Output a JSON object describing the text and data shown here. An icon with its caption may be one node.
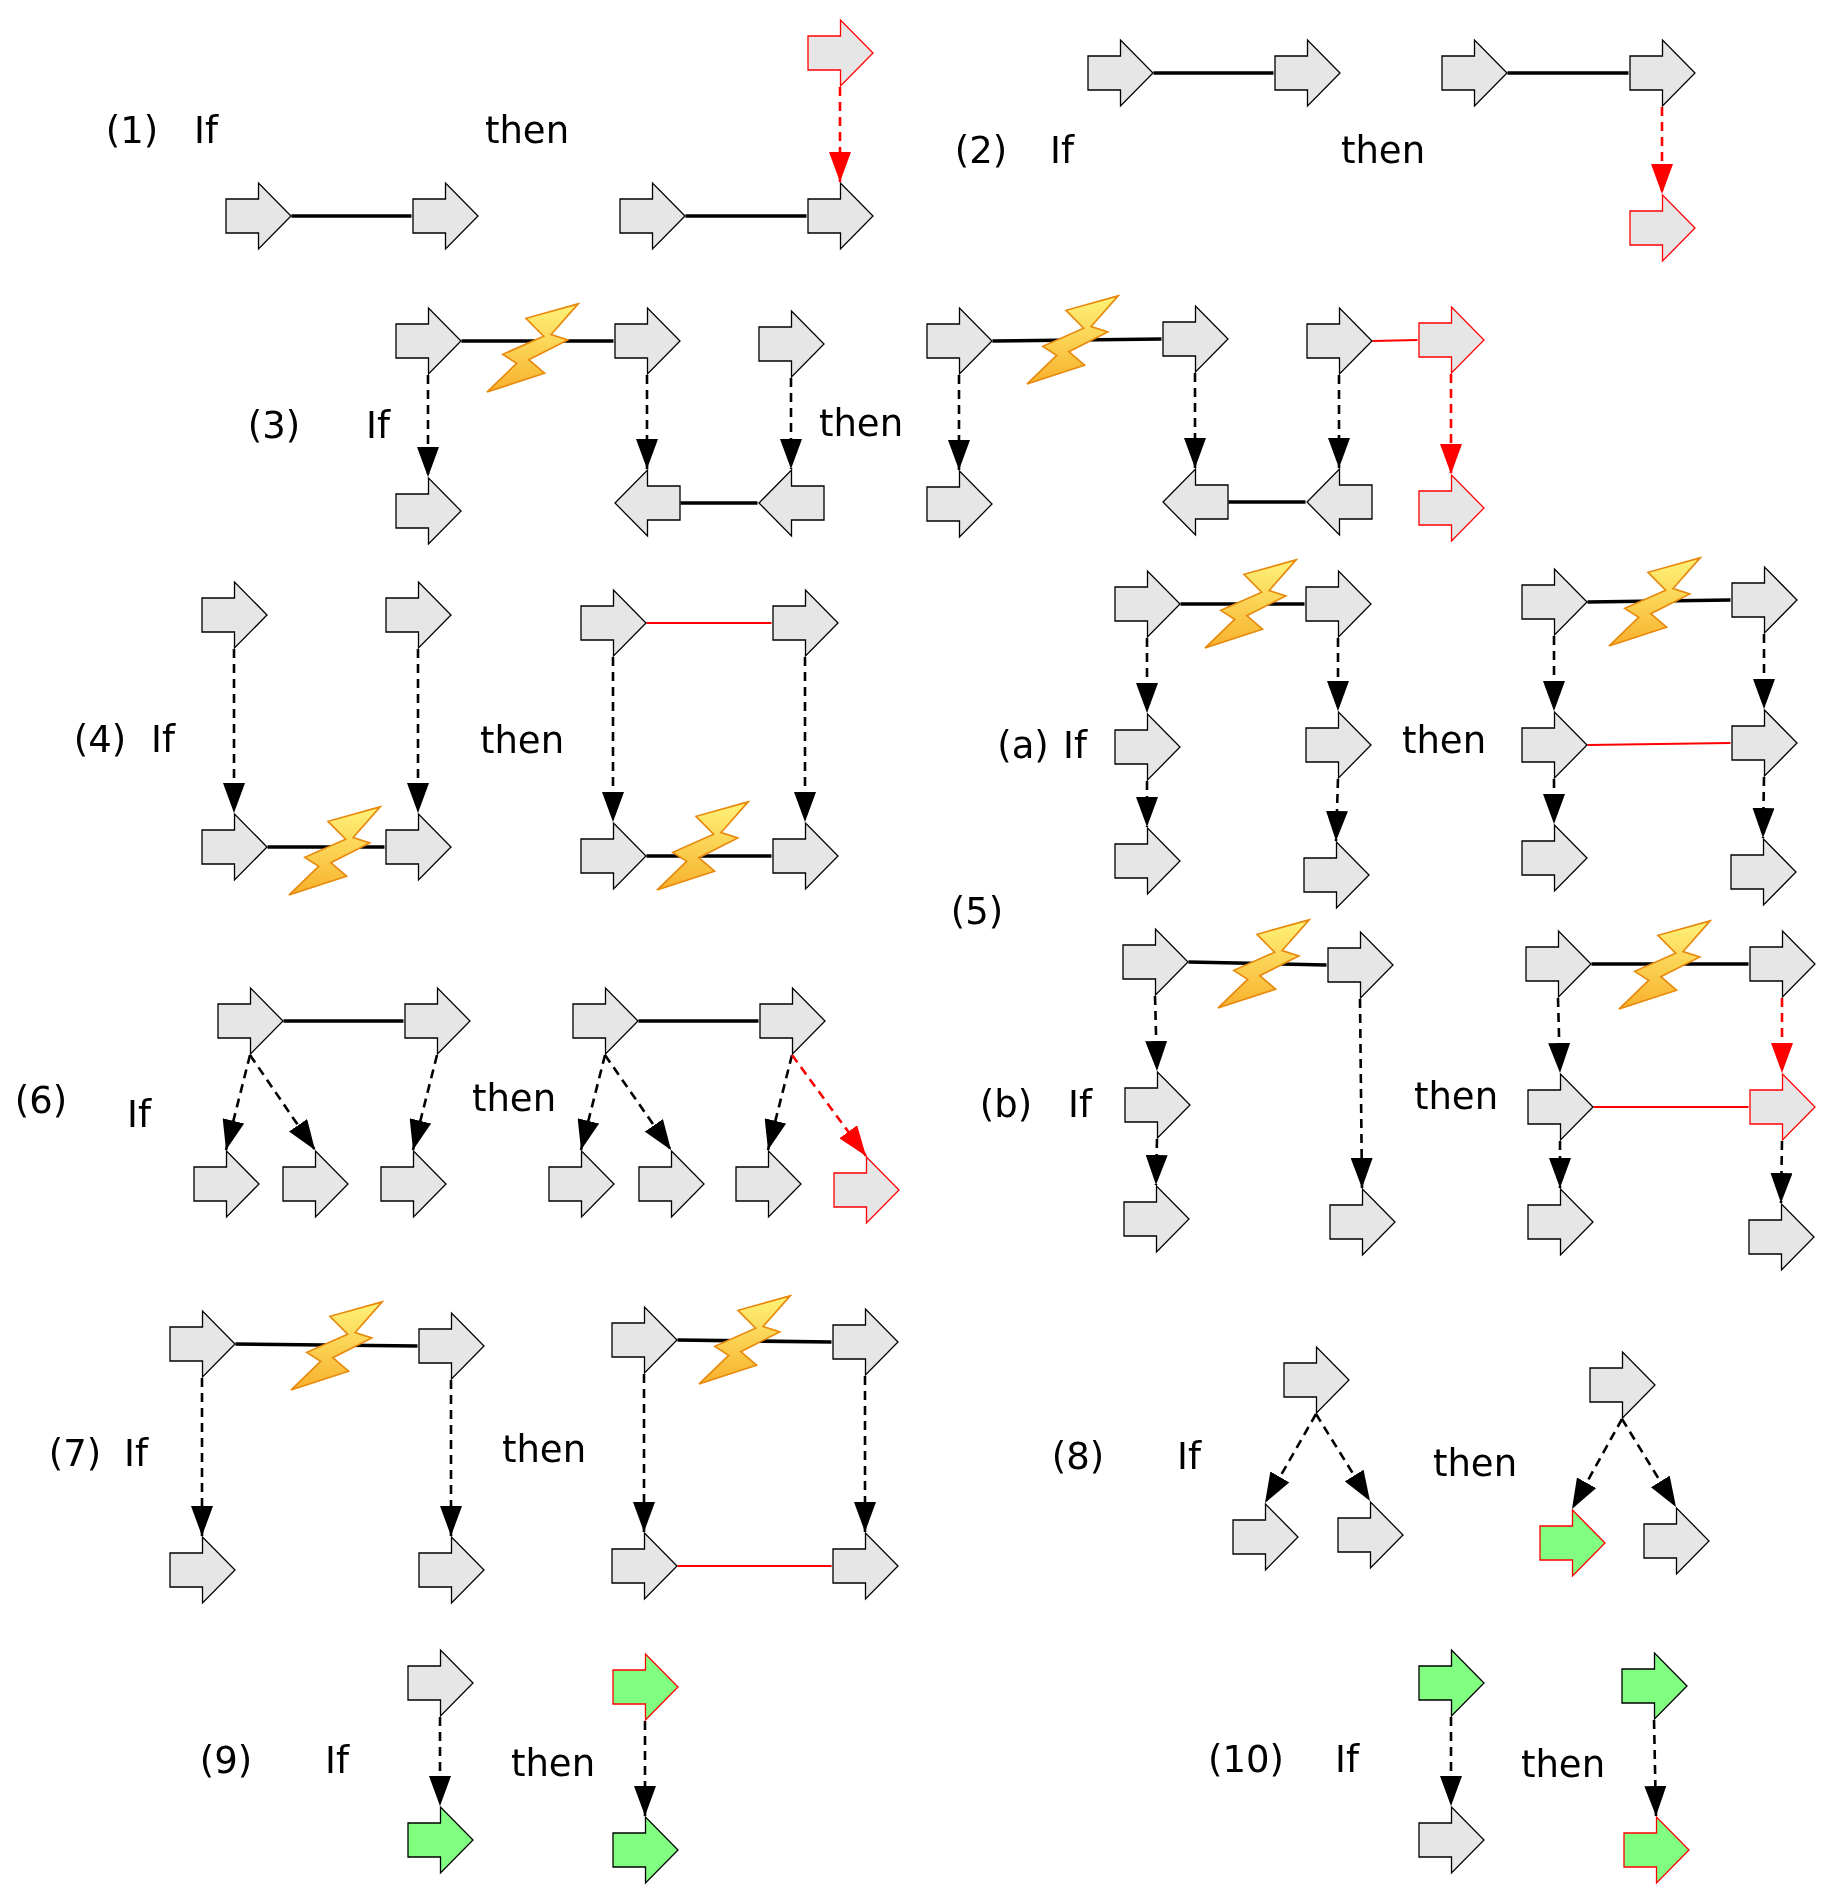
{
  "diagram": {
    "nodes": [
      {
        "text": [],
        "shape": "arrow"
      },
      {
        "text": [],
        "shape": "arrow"
      },
      {
        "text": [],
        "shape": "arrow"
      },
      {
        "text": [],
        "shape": "arrow"
      },
      {
        "text": [],
        "shape": "arrow"
      },
      {
        "text": [],
        "shape": "arrow"
      },
      {
        "text": [],
        "shape": "arrow"
      },
      {
        "text": [],
        "shape": "arrow"
      },
      {
        "text": [],
        "shape": "arrow"
      },
      {
        "text": [],
        "shape": "arrow"
      },
      {
        "text": [],
        "shape": "arrow"
      },
      {
        "text": [],
        "shape": "arrow"
      },
      {
        "text": [],
        "shape": "arrow"
      },
      {
        "text": [],
        "shape": "arrow"
      },
      {
        "text": [],
        "shape": "arrow"
      },
      {
        "text": [],
        "shape": "arrow"
      },
      {
        "text": [],
        "shape": "arrow"
      },
      {
        "text": [],
        "shape": "arrow"
      },
      {
        "text": [],
        "shape": "arrow"
      },
      {
        "text": [],
        "shape": "arrow"
      },
      {
        "text": [],
        "shape": "arrow"
      },
      {
        "text": [],
        "shape": "arrow"
      },
      {
        "text": [],
        "shape": "arrow"
      },
      {
        "text": [],
        "shape": "arrow"
      },
      {
        "text": [],
        "shape": "arrow"
      },
      {
        "text": [],
        "shape": "arrow"
      },
      {
        "text": [],
        "shape": "arrow"
      },
      {
        "text": [],
        "shape": "arrow"
      },
      {
        "text": [],
        "shape": "arrow"
      },
      {
        "text": [],
        "shape": "arrow"
      },
      {
        "text": [],
        "shape": "arrow"
      },
      {
        "text": [],
        "shape": "arrow"
      },
      {
        "text": [],
        "shape": "arrow"
      },
      {
        "text": [],
        "shape": "arrow"
      },
      {
        "text": [],
        "shape": "arrow"
      },
      {
        "text": [],
        "shape": "arrow"
      },
      {
        "text": [],
        "shape": "arrow"
      },
      {
        "text": [],
        "shape": "arrow"
      },
      {
        "text": [],
        "shape": "arrow"
      },
      {
        "text": [],
        "shape": "arrow"
      },
      {
        "text": [],
        "shape": "arrow"
      },
      {
        "text": [],
        "shape": "arrow"
      },
      {
        "text": [],
        "shape": "arrow"
      },
      {
        "text": [],
        "shape": "arrow"
      },
      {
        "text": [],
        "shape": "arrow"
      },
      {
        "text": [],
        "shape": "arrow"
      },
      {
        "text": [],
        "shape": "arrow"
      },
      {
        "text": [],
        "shape": "arrow"
      },
      {
        "text": [],
        "shape": "arrow"
      },
      {
        "text": [],
        "shape": "arrow"
      },
      {
        "text": [],
        "shape": "arrow"
      },
      {
        "text": [],
        "shape": "arrow"
      },
      {
        "text": [],
        "shape": "arrow"
      },
      {
        "text": [],
        "shape": "arrow"
      },
      {
        "text": [],
        "shape": "arrow"
      },
      {
        "text": [],
        "shape": "arrow"
      },
      {
        "text": [],
        "shape": "arrow"
      },
      {
        "text": [],
        "shape": "arrow"
      },
      {
        "text": [],
        "shape": "arrow"
      },
      {
        "text": [],
        "shape": "arrow"
      },
      {
        "text": [],
        "shape": "arrow"
      },
      {
        "text": [],
        "shape": "arrow"
      },
      {
        "text": [],
        "shape": "arrow"
      },
      {
        "text": [],
        "shape": "arrow"
      },
      {
        "text": [],
        "shape": "arrow"
      },
      {
        "text": [],
        "shape": "arrow"
      },
      {
        "text": [],
        "shape": "arrow"
      },
      {
        "text": [],
        "shape": "arrow"
      },
      {
        "text": [],
        "shape": "arrow"
      },
      {
        "text": [],
        "shape": "arrow"
      },
      {
        "text": [],
        "shape": "arrow"
      },
      {
        "text": [],
        "shape": "arrow"
      },
      {
        "text": [],
        "shape": "arrow"
      },
      {
        "text": [],
        "shape": "arrow"
      },
      {
        "text": [],
        "shape": "arrow"
      },
      {
        "text": [],
        "shape": "arrow"
      },
      {
        "text": [],
        "shape": "arrow"
      },
      {
        "text": [],
        "shape": "arrow"
      },
      {
        "text": [],
        "shape": "arrow"
      },
      {
        "text": [],
        "shape": "arrow"
      },
      {
        "text": [],
        "shape": "arrow"
      },
      {
        "text": [],
        "shape": "arrow"
      },
      {
        "text": [],
        "shape": "arrow"
      },
      {
        "text": [],
        "shape": "arrow"
      },
      {
        "text": [],
        "shape": "arrow"
      },
      {
        "text": [],
        "shape": "arrow"
      },
      {
        "text": [],
        "shape": "arrow"
      },
      {
        "text": [],
        "shape": "arrow"
      }
    ],
    "edges": [
      {
        "from": 0,
        "to": 1,
        "arrow": "none"
      },
      {
        "from": 3,
        "to": 4,
        "arrow": "none"
      },
      {
        "from": 2,
        "to": 4,
        "arrow": "to",
        "style": "dashed",
        "color": "#ff0000"
      },
      {
        "from": 5,
        "to": 6,
        "arrow": "none"
      },
      {
        "from": 7,
        "to": 8,
        "arrow": "none"
      },
      {
        "from": 8,
        "to": 9,
        "arrow": "to",
        "style": "dashed",
        "color": "#ff0000"
      },
      {
        "from": 10,
        "to": 11,
        "arrow": "none"
      },
      {
        "from": 10,
        "to": 13,
        "arrow": "to",
        "style": "dashed"
      },
      {
        "from": 11,
        "to": 14,
        "arrow": "to",
        "style": "dashed"
      },
      {
        "from": 12,
        "to": 15,
        "arrow": "to",
        "style": "dashed"
      },
      {
        "from": 14,
        "to": 15,
        "arrow": "none"
      },
      {
        "from": 16,
        "to": 17,
        "arrow": "none"
      },
      {
        "from": 18,
        "to": 19,
        "arrow": "none",
        "color": "#ff0000"
      },
      {
        "from": 16,
        "to": 20,
        "arrow": "to",
        "style": "dashed"
      },
      {
        "from": 17,
        "to": 21,
        "arrow": "to",
        "style": "dashed"
      },
      {
        "from": 18,
        "to": 22,
        "arrow": "to",
        "style": "dashed"
      },
      {
        "from": 19,
        "to": 23,
        "arrow": "to",
        "style": "dashed",
        "color": "#ff0000"
      },
      {
        "from": 21,
        "to": 22,
        "arrow": "none"
      },
      {
        "from": 24,
        "to": 26,
        "arrow": "to",
        "style": "dashed"
      },
      {
        "from": 25,
        "to": 27,
        "arrow": "to",
        "style": "dashed"
      },
      {
        "from": 26,
        "to": 27,
        "arrow": "none"
      },
      {
        "from": 28,
        "to": 29,
        "arrow": "none",
        "color": "#ff0000"
      },
      {
        "from": 28,
        "to": 30,
        "arrow": "to",
        "style": "dashed"
      },
      {
        "from": 29,
        "to": 31,
        "arrow": "to",
        "style": "dashed"
      },
      {
        "from": 30,
        "to": 31,
        "arrow": "none"
      },
      {
        "from": 32,
        "to": 33,
        "arrow": "none"
      },
      {
        "from": 32,
        "to": 34,
        "arrow": "to",
        "style": "dashed"
      },
      {
        "from": 34,
        "to": 36,
        "arrow": "to",
        "style": "dashed"
      },
      {
        "from": 33,
        "to": 35,
        "arrow": "to",
        "style": "dashed"
      },
      {
        "from": 35,
        "to": 37,
        "arrow": "to",
        "style": "dashed"
      },
      {
        "from": 38,
        "to": 39,
        "arrow": "none"
      },
      {
        "from": 38,
        "to": 40,
        "arrow": "to",
        "style": "dashed"
      },
      {
        "from": 40,
        "to": 42,
        "arrow": "to",
        "style": "dashed"
      },
      {
        "from": 39,
        "to": 41,
        "arrow": "to",
        "style": "dashed"
      },
      {
        "from": 41,
        "to": 43,
        "arrow": "to",
        "style": "dashed"
      },
      {
        "from": 40,
        "to": 41,
        "arrow": "none",
        "color": "#ff0000"
      },
      {
        "from": 44,
        "to": 45,
        "arrow": "none"
      },
      {
        "from": 44,
        "to": 46,
        "arrow": "to",
        "style": "dashed"
      },
      {
        "from": 46,
        "to": 47,
        "arrow": "to",
        "style": "dashed"
      },
      {
        "from": 45,
        "to": 48,
        "arrow": "to",
        "style": "dashed"
      },
      {
        "from": 49,
        "to": 50,
        "arrow": "none"
      },
      {
        "from": 49,
        "to": 51,
        "arrow": "to",
        "style": "dashed"
      },
      {
        "from": 51,
        "to": 53,
        "arrow": "to",
        "style": "dashed"
      },
      {
        "from": 50,
        "to": 52,
        "arrow": "to",
        "style": "dashed",
        "color": "#ff0000"
      },
      {
        "from": 52,
        "to": 54,
        "arrow": "to",
        "style": "dashed"
      },
      {
        "from": 51,
        "to": 52,
        "arrow": "none",
        "color": "#ff0000"
      },
      {
        "from": 55,
        "to": 56,
        "arrow": "none"
      },
      {
        "from": 55,
        "to": 57,
        "arrow": "to",
        "style": "dashed"
      },
      {
        "from": 55,
        "to": 58,
        "arrow": "to",
        "style": "dashed"
      },
      {
        "from": 56,
        "to": 59,
        "arrow": "to",
        "style": "dashed"
      },
      {
        "from": 60,
        "to": 61,
        "arrow": "none"
      },
      {
        "from": 60,
        "to": 62,
        "arrow": "to",
        "style": "dashed"
      },
      {
        "from": 60,
        "to": 63,
        "arrow": "to",
        "style": "dashed"
      },
      {
        "from": 61,
        "to": 64,
        "arrow": "to",
        "style": "dashed"
      },
      {
        "from": 61,
        "to": 65,
        "arrow": "to",
        "style": "dashed",
        "color": "#ff0000"
      },
      {
        "from": 66,
        "to": 67,
        "arrow": "none"
      },
      {
        "from": 66,
        "to": 68,
        "arrow": "to",
        "style": "dashed"
      },
      {
        "from": 67,
        "to": 69,
        "arrow": "to",
        "style": "dashed"
      },
      {
        "from": 70,
        "to": 71,
        "arrow": "none"
      },
      {
        "from": 70,
        "to": 72,
        "arrow": "to",
        "style": "dashed"
      },
      {
        "from": 71,
        "to": 73,
        "arrow": "to",
        "style": "dashed"
      },
      {
        "from": 72,
        "to": 73,
        "arrow": "none",
        "color": "#ff0000"
      },
      {
        "from": 74,
        "to": 75,
        "arrow": "to",
        "style": "dashed"
      },
      {
        "from": 74,
        "to": 76,
        "arrow": "to",
        "style": "dashed"
      },
      {
        "from": 77,
        "to": 78,
        "arrow": "to",
        "style": "dashed"
      },
      {
        "from": 77,
        "to": 79,
        "arrow": "to",
        "style": "dashed"
      },
      {
        "from": 80,
        "to": 81,
        "arrow": "to",
        "style": "dashed"
      },
      {
        "from": 82,
        "to": 83,
        "arrow": "to",
        "style": "dashed"
      },
      {
        "from": 84,
        "to": 85,
        "arrow": "to",
        "style": "dashed"
      },
      {
        "from": 86,
        "to": 87,
        "arrow": "to",
        "style": "dashed"
      }
    ],
    "labels": [
      "(1)",
      "If",
      "then",
      "(2)",
      "If",
      "then",
      "(3)",
      "If",
      "then",
      "(4)",
      "If",
      "then",
      "(a)",
      "If",
      "then",
      "(5)",
      "(6)",
      "If",
      "then",
      "(b)",
      "If",
      "then",
      "(7)",
      "If",
      "then",
      "(8)",
      "If",
      "then",
      "(9)",
      "If",
      "then",
      "(10)",
      "If",
      "then"
    ]
  }
}
